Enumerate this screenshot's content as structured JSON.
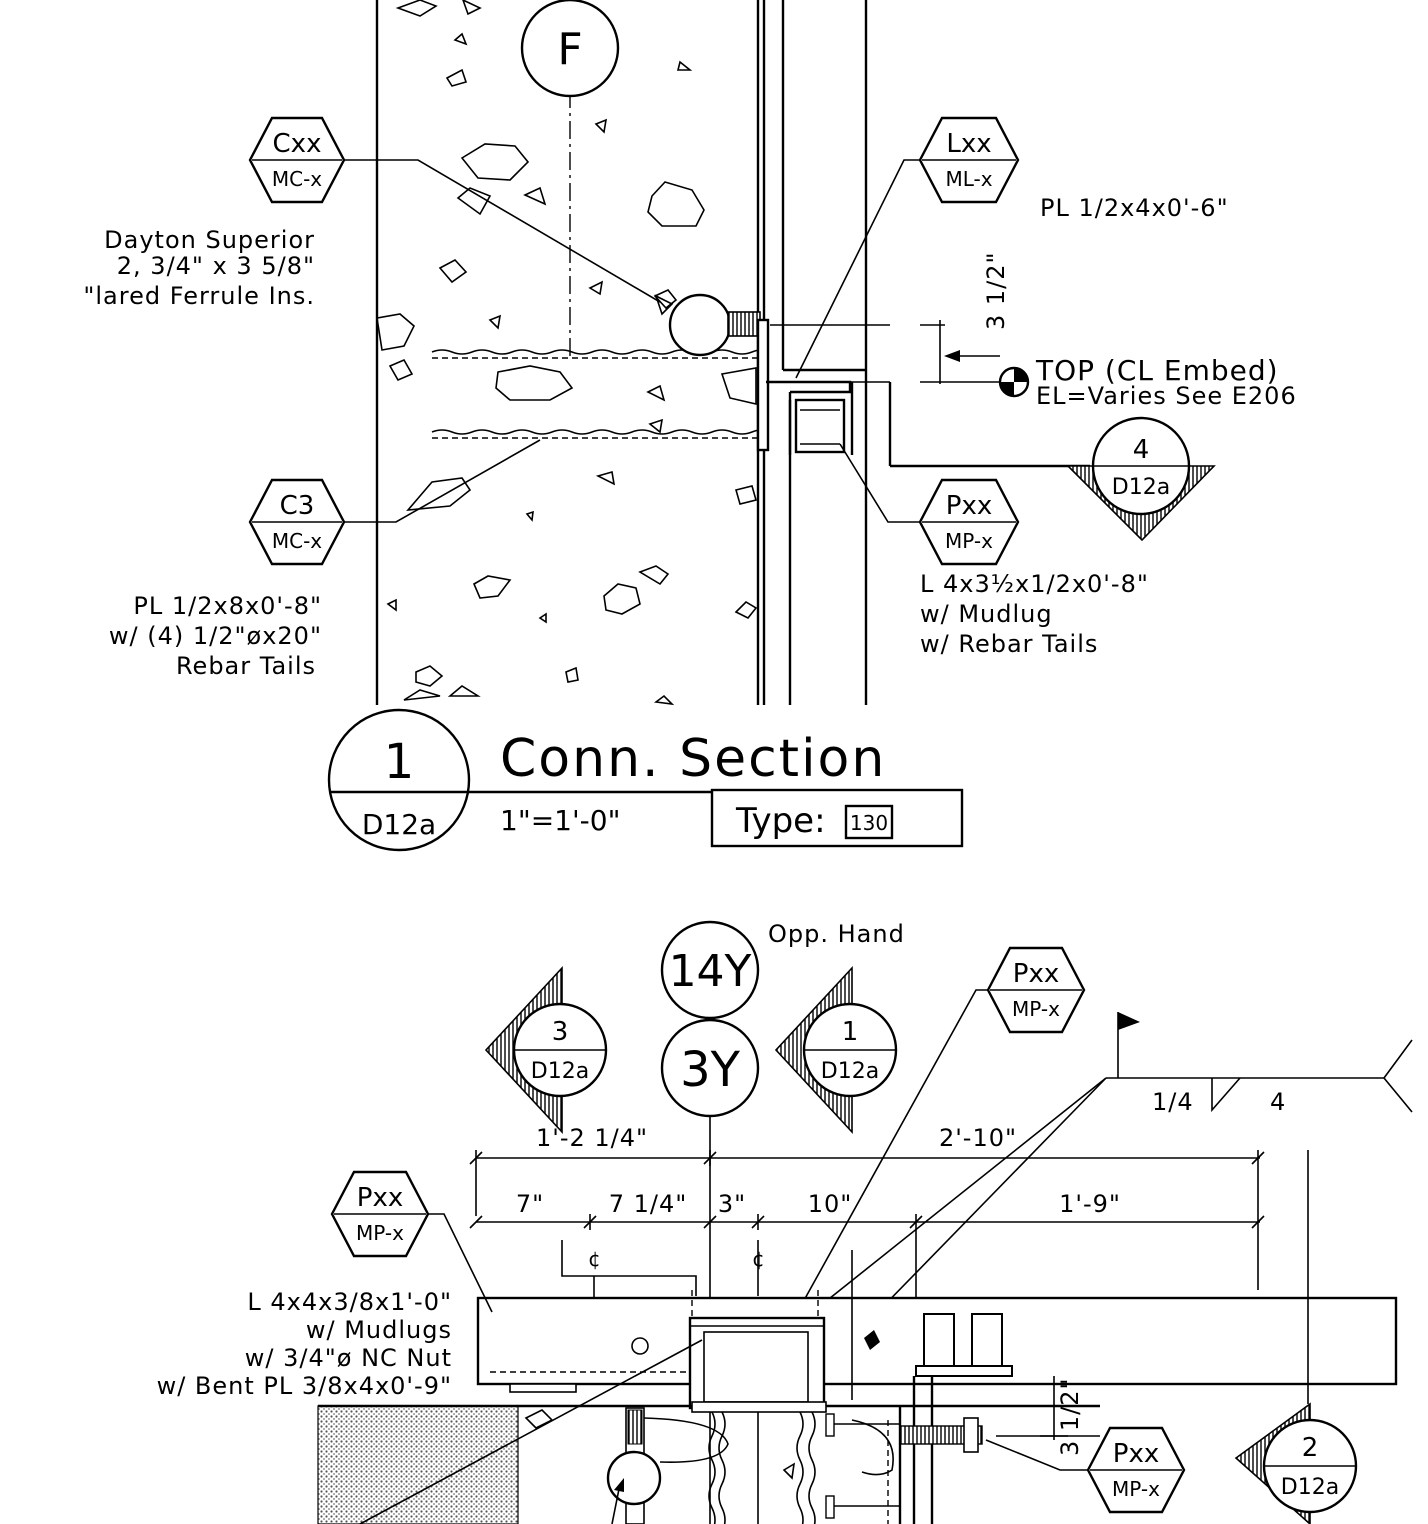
{
  "section": {
    "detail_number": "1",
    "sheet": "D12a",
    "title": "Conn. Section",
    "scale": "1\"=1'-0\"",
    "type_label": "Type:",
    "type_value": "130",
    "grid_label": "F"
  },
  "tags": {
    "cxx": {
      "top": "Cxx",
      "bottom": "MC-x"
    },
    "lxx": {
      "top": "Lxx",
      "bottom": "ML-x"
    },
    "c3": {
      "top": "C3",
      "bottom": "MC-x"
    },
    "pxx_upper": {
      "top": "Pxx",
      "bottom": "MP-x"
    },
    "pxx_plan_a": {
      "top": "Pxx",
      "bottom": "MP-x"
    },
    "pxx_plan_b": {
      "top": "Pxx",
      "bottom": "MP-x"
    },
    "pxx_plan_c": {
      "top": "Pxx",
      "bottom": "MP-x"
    }
  },
  "section_marks": {
    "m4": {
      "number": "4",
      "sheet": "D12a"
    },
    "m3": {
      "number": "3",
      "sheet": "D12a"
    },
    "m1": {
      "number": "1",
      "sheet": "D12a"
    },
    "m2": {
      "number": "2",
      "sheet": "D12a"
    }
  },
  "notes": {
    "dayton": [
      "Dayton Superior",
      "2, 3/4\" x 3 5/8\"",
      "\"lared Ferrule Ins."
    ],
    "pl_half_4": "PL 1/2x4x0'-6\"",
    "dim_3half": "3 1/2\"",
    "top_cl": "TOP (CL Embed)",
    "el_varies": "EL=Varies See E206",
    "pl_half_8": [
      "PL 1/2x8x0'-8\"",
      "w/ (4) 1/2\"øx20\"",
      "Rebar Tails"
    ],
    "angle_upper": [
      "L 4x3½x1/2x0'-8\"",
      "w/ Mudlug",
      "w/ Rebar Tails"
    ],
    "opp_hand": "Opp. Hand",
    "grid_14y": "14Y",
    "grid_3y": "3Y",
    "weld_size": "1/4",
    "weld_len": "4",
    "angle_plan": [
      "L 4x4x3/8x1'-0\"",
      "w/ Mudlugs",
      "w/ 3/4\"ø NC Nut",
      "w/ Bent PL 3/8x4x0'-9\""
    ],
    "dim_plan_3half": "3 1/2\""
  },
  "dimensions": {
    "overall": [
      "1'-2 1/4\"",
      "2'-10\""
    ],
    "detail": [
      "7\"",
      "7 1/4\"",
      "3\"",
      "10\"",
      "1'-9\""
    ],
    "centerline_mark": "¢"
  }
}
